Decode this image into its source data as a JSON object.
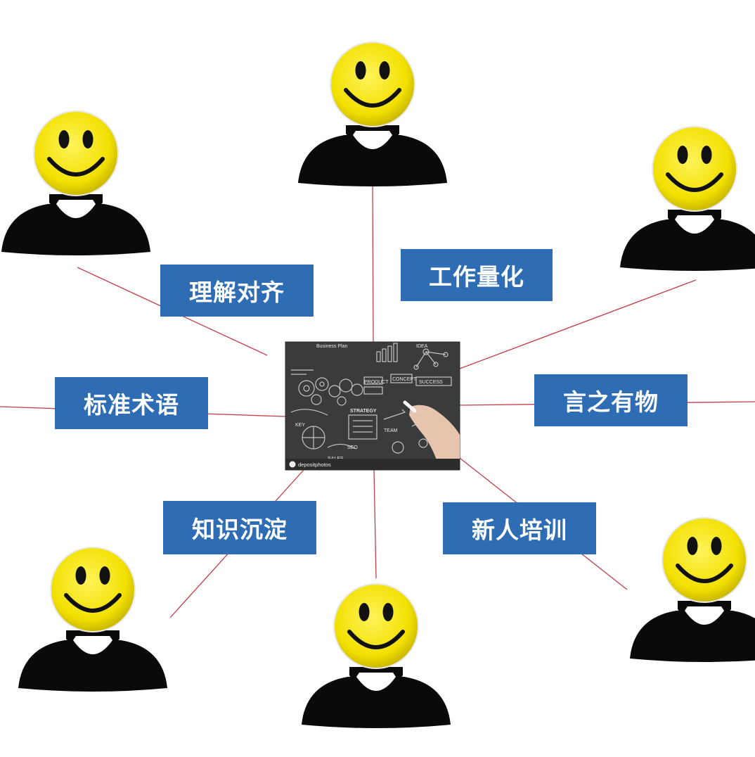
{
  "labels": {
    "top": "工作量化",
    "upper_left": "理解对齐",
    "right": "言之有物",
    "left": "标准术语",
    "lower_left": "知识沉淀",
    "lower_right": "新人培训"
  },
  "board": {
    "logo_text": "depositphotos",
    "words": [
      "Business Plan",
      "STRATEGY",
      "SUCCESS",
      "CONCEPT",
      "PRODUCT",
      "TEAM",
      "SEO",
      "IDEA",
      "KEY",
      "SALES"
    ]
  },
  "colors": {
    "label_bg": "#2e6db4",
    "label_text": "#ffffff",
    "line": "#c0404a",
    "face": "#f5e600",
    "body": "#0a0a0a",
    "board_bg": "#3a3b3c"
  }
}
